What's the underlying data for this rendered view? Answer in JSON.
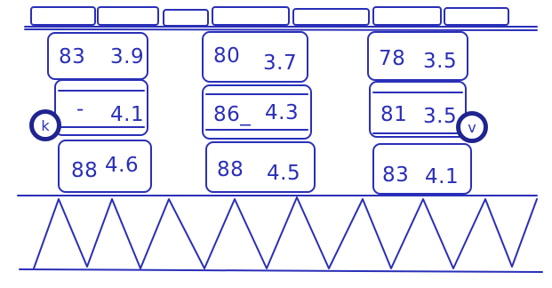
{
  "columns": [
    {
      "cells": [
        {
          "a": "83",
          "b": "3.9"
        },
        {
          "a": "-",
          "b": "4.1"
        },
        {
          "a": "88",
          "b": "4.6"
        }
      ]
    },
    {
      "cells": [
        {
          "a": "80",
          "b": "3.7"
        },
        {
          "a": "86_",
          "b": "4.3"
        },
        {
          "a": "88",
          "b": "4.5"
        }
      ]
    },
    {
      "cells": [
        {
          "a": "78",
          "b": "3.5"
        },
        {
          "a": "81",
          "b": "3.5"
        },
        {
          "a": "83",
          "b": "4.1"
        }
      ]
    }
  ],
  "markers": {
    "left": "k",
    "right": "v"
  },
  "ink_color": "#2a2fb8"
}
